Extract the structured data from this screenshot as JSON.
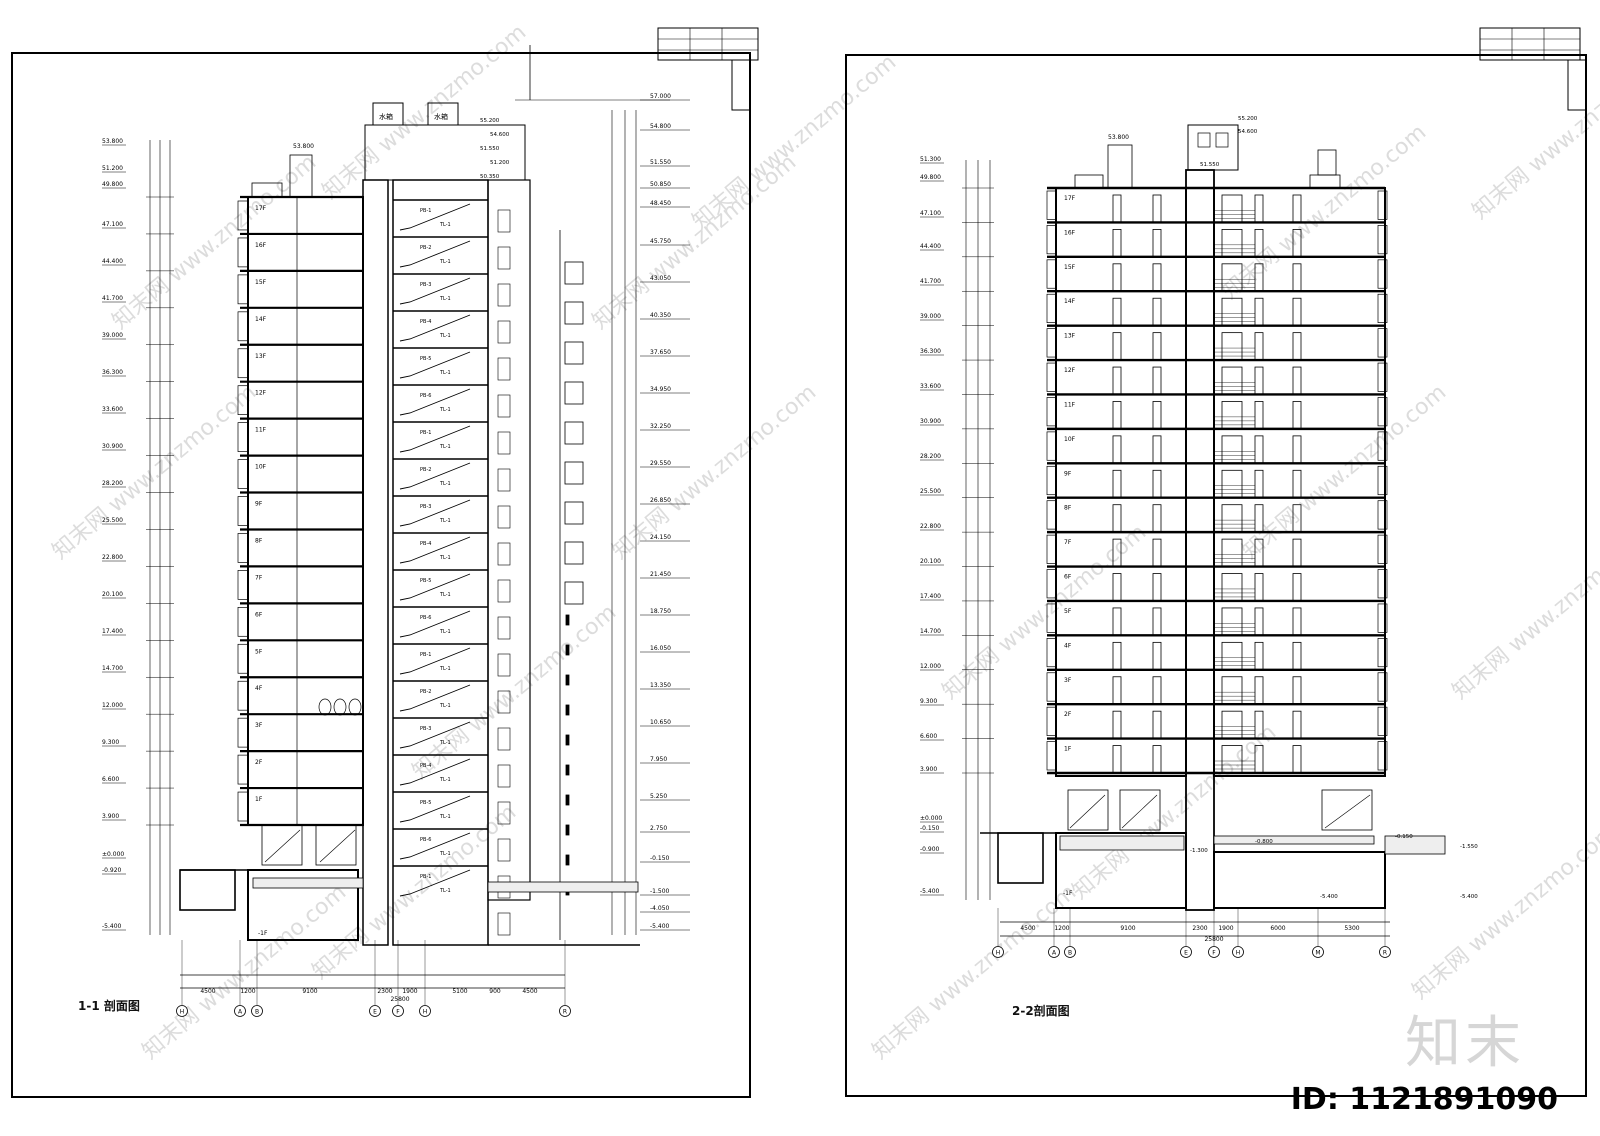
{
  "sheets": [
    {
      "title": "1-1  剖面图",
      "floors": [
        "1F",
        "2F",
        "3F",
        "4F",
        "5F",
        "6F",
        "7F",
        "8F",
        "9F",
        "10F",
        "11F",
        "12F",
        "13F",
        "14F",
        "15F",
        "16F",
        "17F"
      ],
      "elevations_left": [
        "53.800",
        "51.200",
        "49.800",
        "47.100",
        "44.400",
        "41.700",
        "39.000",
        "36.300",
        "33.600",
        "30.900",
        "28.200",
        "25.500",
        "22.800",
        "20.100",
        "17.400",
        "14.700",
        "12.000",
        "9.300",
        "6.600",
        "3.900",
        "±0.000",
        "-0.920",
        "-5.400"
      ],
      "elevations_right": [
        "57.000",
        "54.800",
        "51.550",
        "50.850",
        "48.450",
        "45.750",
        "43.050",
        "40.350",
        "37.650",
        "34.950",
        "32.250",
        "29.550",
        "26.850",
        "24.150",
        "21.450",
        "18.750",
        "16.050",
        "13.350",
        "10.650",
        "7.950",
        "5.250",
        "2.750",
        "-0.150",
        "-1.500",
        "-4.050",
        "-5.400"
      ],
      "axes": [
        "H",
        "A",
        "B",
        "E",
        "F",
        "H",
        "R"
      ],
      "bottom_dims": [
        "4500",
        "1200",
        "9100",
        "2300",
        "1900",
        "5100",
        "900",
        "4500"
      ],
      "total_dim": "25800",
      "water_tanks": [
        "水箱",
        "水箱"
      ],
      "roof_marks": [
        "53.800",
        "55.200",
        "54.600",
        "51.550",
        "51.200",
        "50.350"
      ]
    },
    {
      "title": "2-2剖面图",
      "floors": [
        "1F",
        "2F",
        "3F",
        "4F",
        "5F",
        "6F",
        "7F",
        "8F",
        "9F",
        "10F",
        "11F",
        "12F",
        "13F",
        "14F",
        "15F",
        "16F",
        "17F"
      ],
      "elevations_left": [
        "51.300",
        "49.800",
        "47.100",
        "44.400",
        "41.700",
        "39.000",
        "36.300",
        "33.600",
        "30.900",
        "28.200",
        "25.500",
        "22.800",
        "20.100",
        "17.400",
        "14.700",
        "12.000",
        "9.300",
        "6.600",
        "3.900",
        "±0.000",
        "-0.150",
        "-0.900",
        "-5.400"
      ],
      "axes": [
        "H",
        "A",
        "B",
        "E",
        "F",
        "H",
        "M",
        "R"
      ],
      "bottom_dims": [
        "4500",
        "1200",
        "9100",
        "2300",
        "1900",
        "6000",
        "5300"
      ],
      "total_dim": "25800",
      "roof_marks": [
        "53.800",
        "55.200",
        "54.600",
        "51.550"
      ],
      "basement_marks": [
        "-1.300",
        "-0.800",
        "-0.150",
        "-1.550",
        "-5.400",
        "-5.400"
      ]
    }
  ],
  "id_label": "ID: 1121891090",
  "logo_text": "知末",
  "watermark_text": "www.znzmo.com",
  "watermark_brand": "知末网",
  "colors": {
    "line": "#000000",
    "watermark": "#dcdcdc",
    "paper": "#ffffff"
  }
}
